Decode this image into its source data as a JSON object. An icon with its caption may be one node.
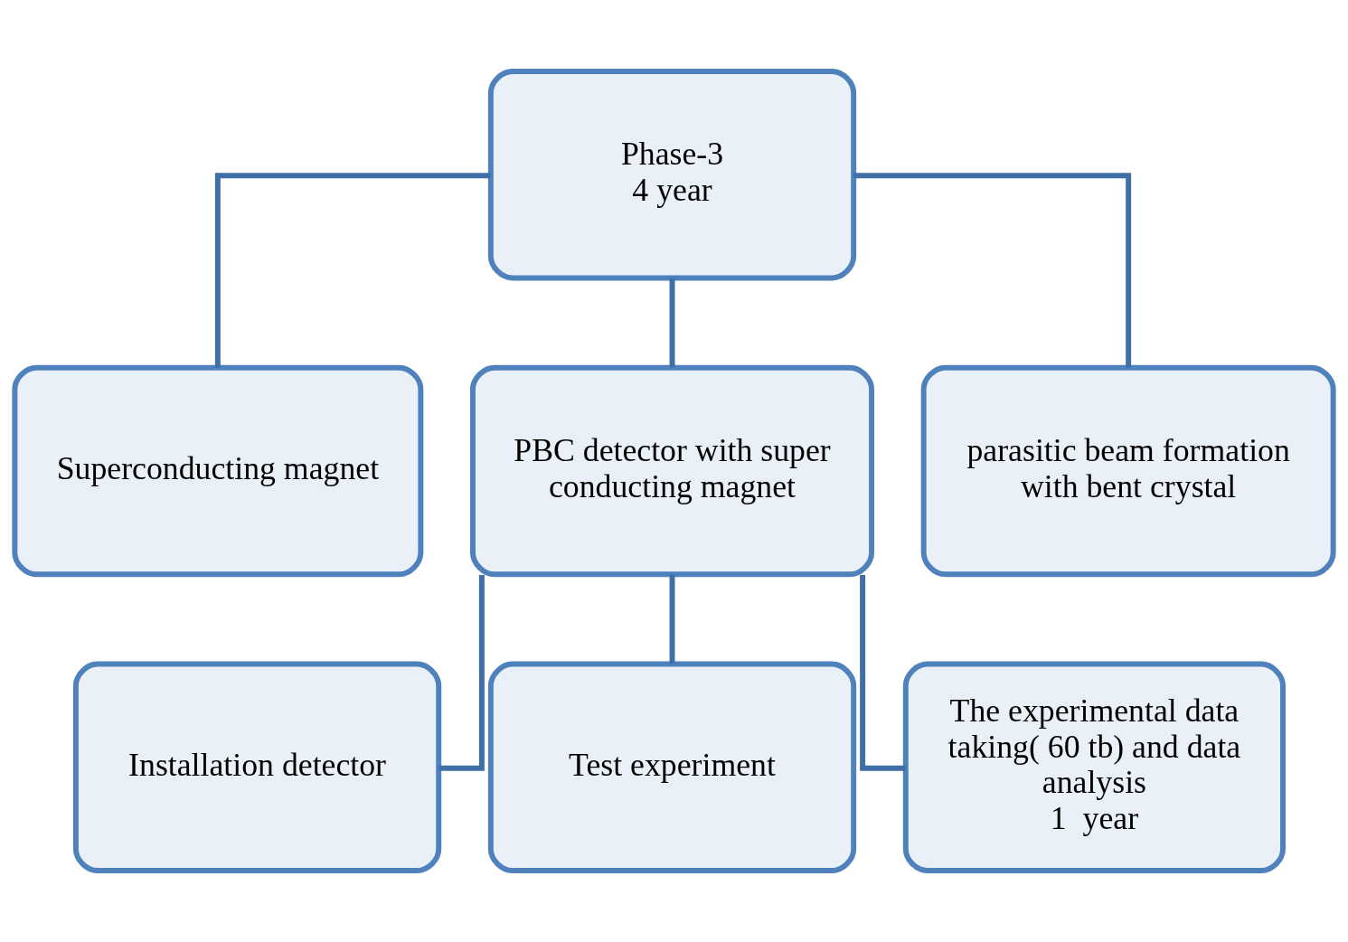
{
  "diagram": {
    "nodes": [
      {
        "text": [
          "Phase-3",
          "4 year"
        ]
      },
      {
        "text": [
          "Superconducting magnet"
        ]
      },
      {
        "text": [
          "PBC detector with super conducting magnet"
        ]
      },
      {
        "text": [
          "parasitic beam formation with bent crystal"
        ]
      },
      {
        "text": [
          "Installation detector"
        ]
      },
      {
        "text": [
          "Test experiment"
        ]
      },
      {
        "text": [
          "The experimental data taking( 60 tb) and data analysis",
          "1  year"
        ]
      }
    ],
    "edges": [
      {
        "from": 0,
        "to": 1,
        "arrow": "none"
      },
      {
        "from": 0,
        "to": 2,
        "arrow": "none"
      },
      {
        "from": 0,
        "to": 3,
        "arrow": "none"
      },
      {
        "from": 2,
        "to": 4,
        "arrow": "none"
      },
      {
        "from": 2,
        "to": 5,
        "arrow": "none"
      },
      {
        "from": 2,
        "to": 6,
        "arrow": "none"
      }
    ]
  }
}
